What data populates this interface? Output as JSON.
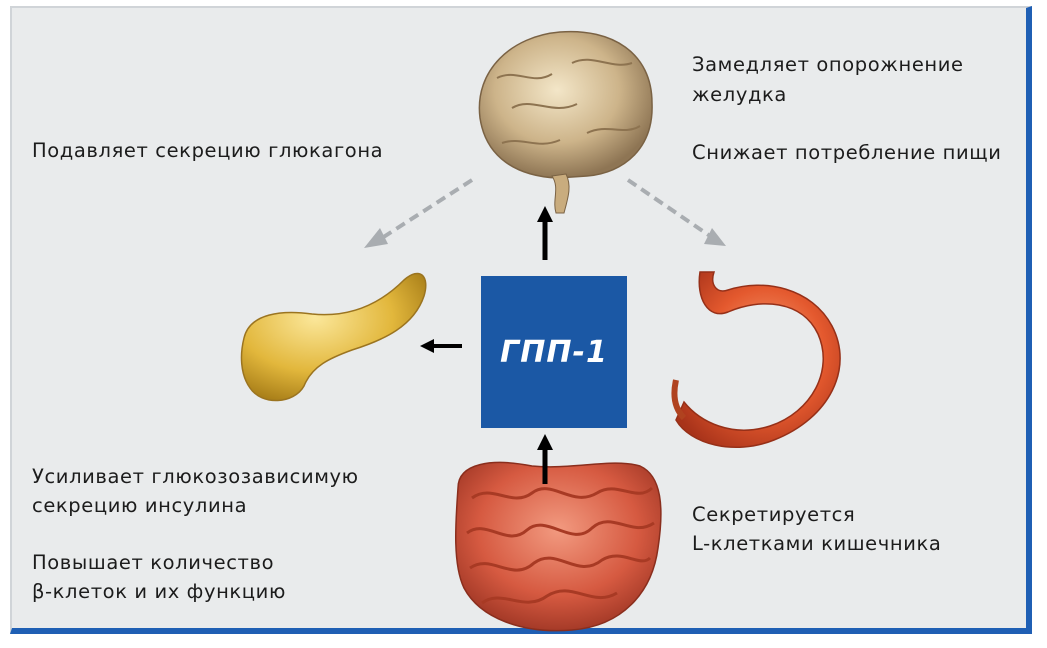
{
  "center": {
    "label": "ГПП-1"
  },
  "effects": {
    "glucagon": "Подавляет секрецию глюкагона",
    "stomach_line1": "Замедляет опорожнение",
    "stomach_line2": "желудка",
    "food": "Снижает потребление пищи",
    "insulin_line1": "Усиливает глюкозозависимую",
    "insulin_line2": "секрецию инсулина",
    "beta_line1": "Повышает количество",
    "beta_line2": "β-клеток и их функцию",
    "secretion_line1": "Секретируется",
    "secretion_line2": "L-клетками кишечника"
  },
  "icons": [
    "brain-icon",
    "pancreas-icon",
    "stomach-icon",
    "intestine-icon"
  ],
  "colors": {
    "center_box": "#1b58a5",
    "frame_border": "#1f5fb4",
    "background": "#e9ebec"
  }
}
